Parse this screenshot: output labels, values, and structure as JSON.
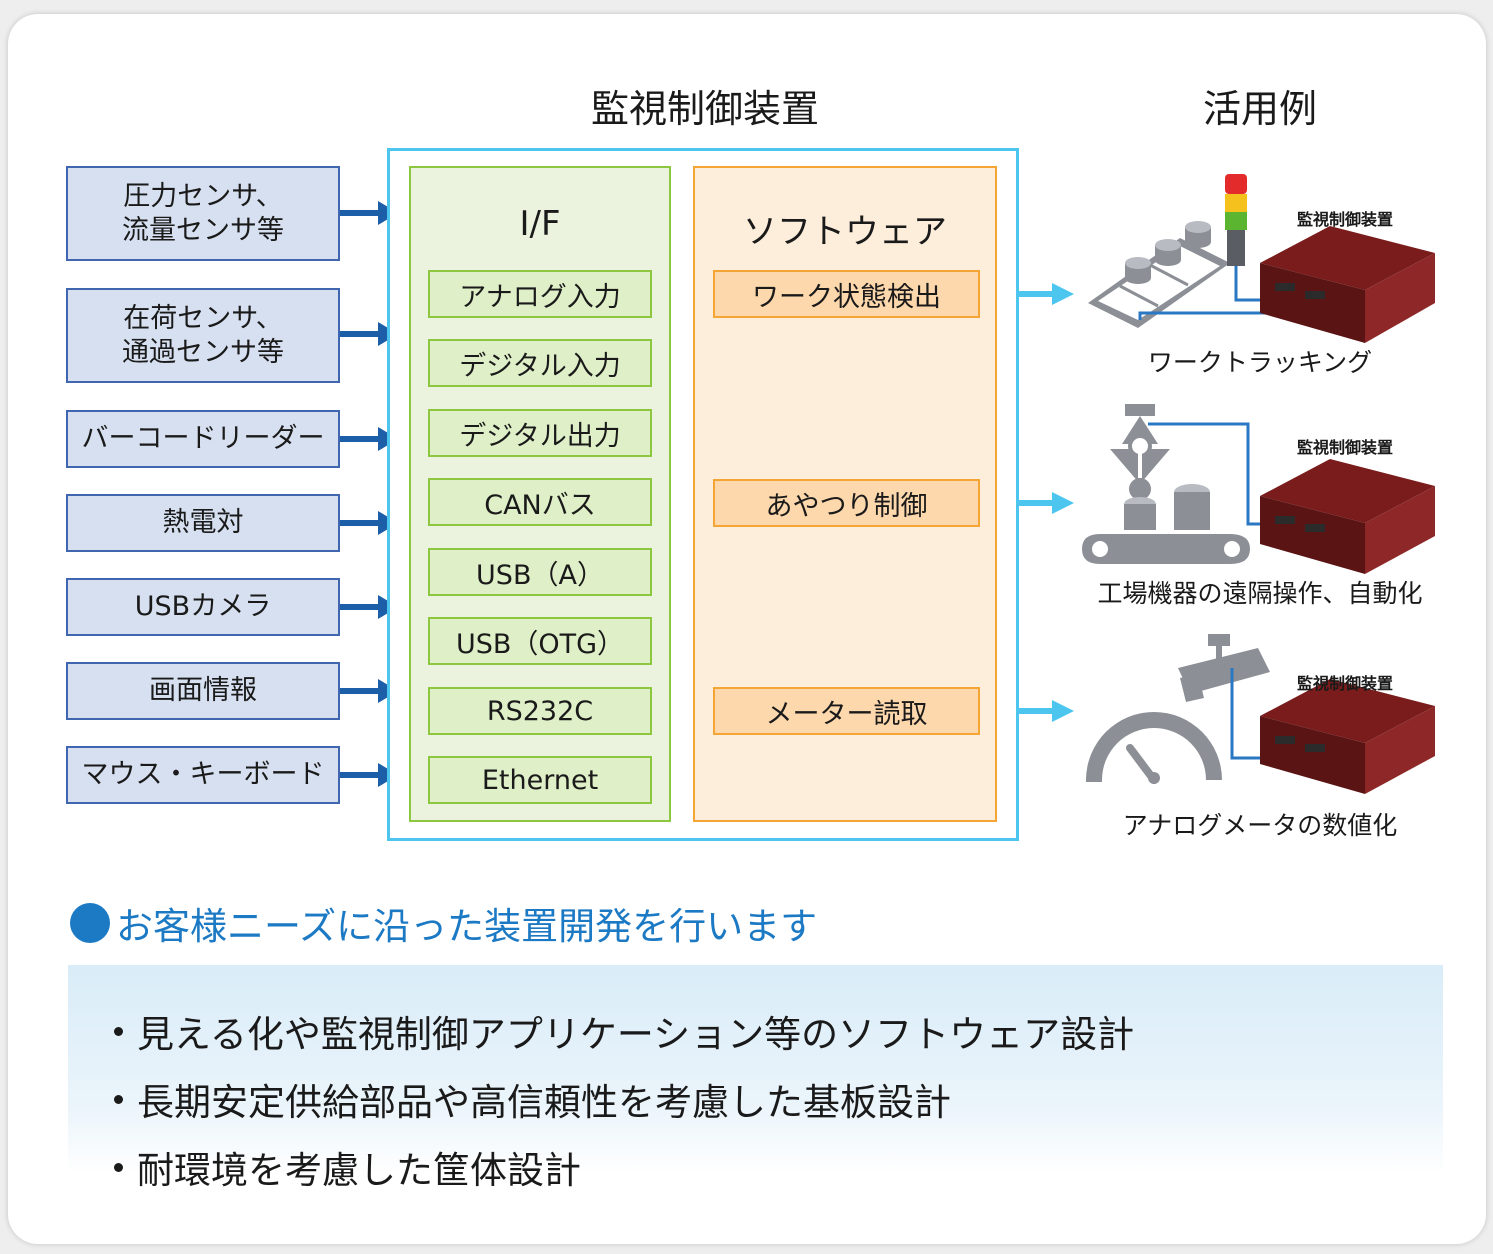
{
  "headings": {
    "device": "監視制御装置",
    "examples": "活用例"
  },
  "inputs": [
    "圧力センサ、\n流量センサ等",
    "在荷センサ、\n通過センサ等",
    "バーコードリーダー",
    "熱電対",
    "USBカメラ",
    "画面情報",
    "マウス・キーボード"
  ],
  "if_column": {
    "title": "I/F",
    "items": [
      "アナログ入力",
      "デジタル入力",
      "デジタル出力",
      "CANバス",
      "USB（A）",
      "USB（OTG）",
      "RS232C",
      "Ethernet"
    ]
  },
  "software_column": {
    "title": "ソフトウェア",
    "items": [
      "ワーク状態検出",
      "あやつり制御",
      "メーター読取"
    ]
  },
  "examples": [
    {
      "label": "ワークトラッキング",
      "device_label": "監視制御装置"
    },
    {
      "label": "工場機器の遠隔操作、自動化",
      "device_label": "監視制御装置"
    },
    {
      "label": "アナログメータの数値化",
      "device_label": "監視制御装置"
    }
  ],
  "needs": {
    "title": "お客様ニーズに沿った装置開発を行います",
    "bullets": [
      "見える化や監視制御アプリケーション等のソフトウェア設計",
      "長期安定供給部品や高信頼性を考慮した基板設計",
      "耐環境を考慮した筐体設計"
    ]
  },
  "colors": {
    "input_border": "#3f66ae",
    "input_fill": "#d6e0f0",
    "frame": "#4cc6ef",
    "if_border": "#8dc63f",
    "sw_border": "#f5a533",
    "needs_blue": "#1c79c4"
  }
}
